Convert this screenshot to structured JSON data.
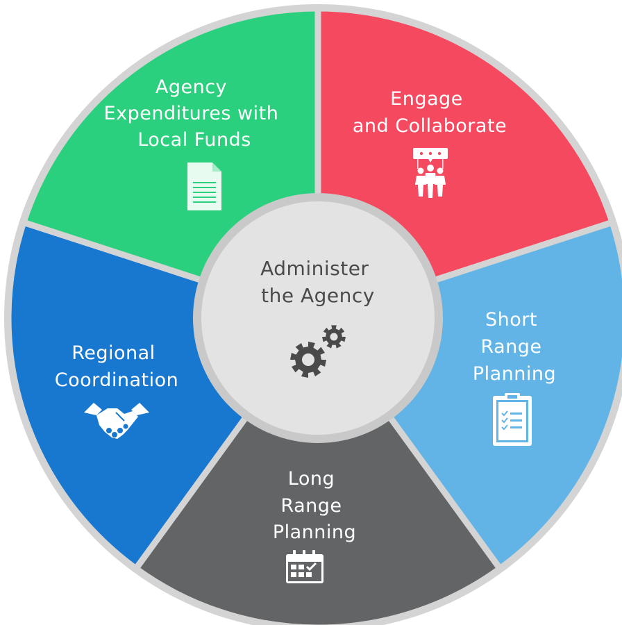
{
  "center": {
    "lines": [
      "Administer",
      "the Agency"
    ],
    "icon": "gears-icon",
    "fill": "#e3e3e3",
    "ring": "#c9c9c9"
  },
  "segments": [
    {
      "id": "engage",
      "lines": [
        "Engage",
        "and Collaborate"
      ],
      "color": "#f5495f",
      "icon": "people-discussion-icon"
    },
    {
      "id": "short-range",
      "lines": [
        "Short",
        "Range",
        "Planning"
      ],
      "color": "#62b4e6",
      "icon": "clipboard-checklist-icon"
    },
    {
      "id": "long-range",
      "lines": [
        "Long",
        "Range",
        "Planning"
      ],
      "color": "#636466",
      "icon": "calendar-check-icon"
    },
    {
      "id": "regional",
      "lines": [
        "Regional",
        "Coordination"
      ],
      "color": "#1878d0",
      "icon": "handshake-icon"
    },
    {
      "id": "expenditures",
      "lines": [
        "Agency",
        "Expenditures with",
        "Local Funds"
      ],
      "color": "#2bd07e",
      "icon": "document-icon"
    }
  ]
}
